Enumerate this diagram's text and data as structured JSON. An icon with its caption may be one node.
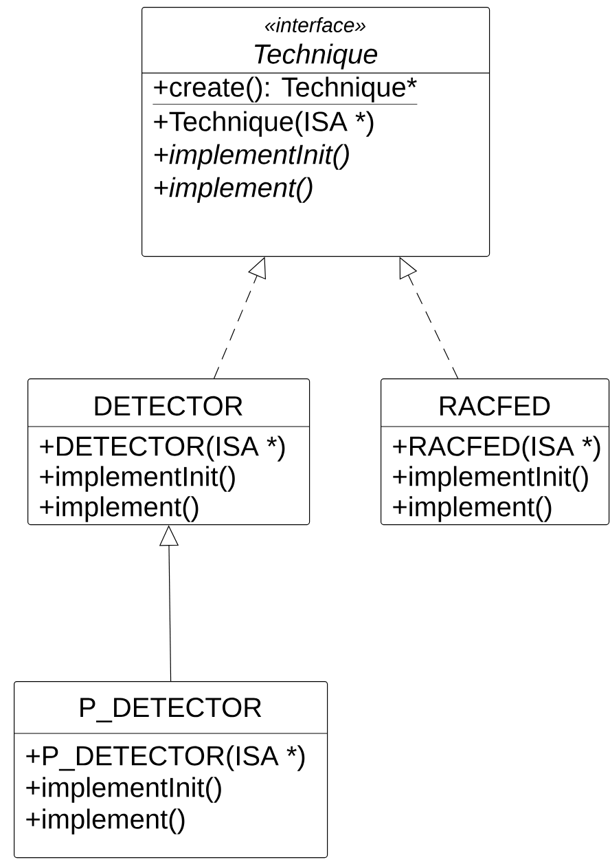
{
  "diagram": {
    "nodes": [
      {
        "text": [
          "«interface»",
          "Technique",
          "+create(): Technique*",
          "+Technique(ISA *)",
          "+implementInit()",
          "+implement()"
        ]
      },
      {
        "text": [
          "DETECTOR",
          "+DETECTOR(ISA *)",
          "+implementInit()",
          "+implement()"
        ]
      },
      {
        "text": [
          "RACFED",
          "+RACFED(ISA *)",
          "+implementInit()",
          "+implement()"
        ]
      },
      {
        "text": [
          "P_DETECTOR",
          "+P_DETECTOR(ISA *)",
          "+implementInit()",
          "+implement()"
        ]
      }
    ],
    "edges": [
      {
        "from": 1,
        "to": 0,
        "arrow": "to",
        "style": "dashed"
      },
      {
        "from": 2,
        "to": 0,
        "arrow": "to",
        "style": "dashed"
      },
      {
        "from": 3,
        "to": 1,
        "arrow": "to"
      }
    ]
  }
}
